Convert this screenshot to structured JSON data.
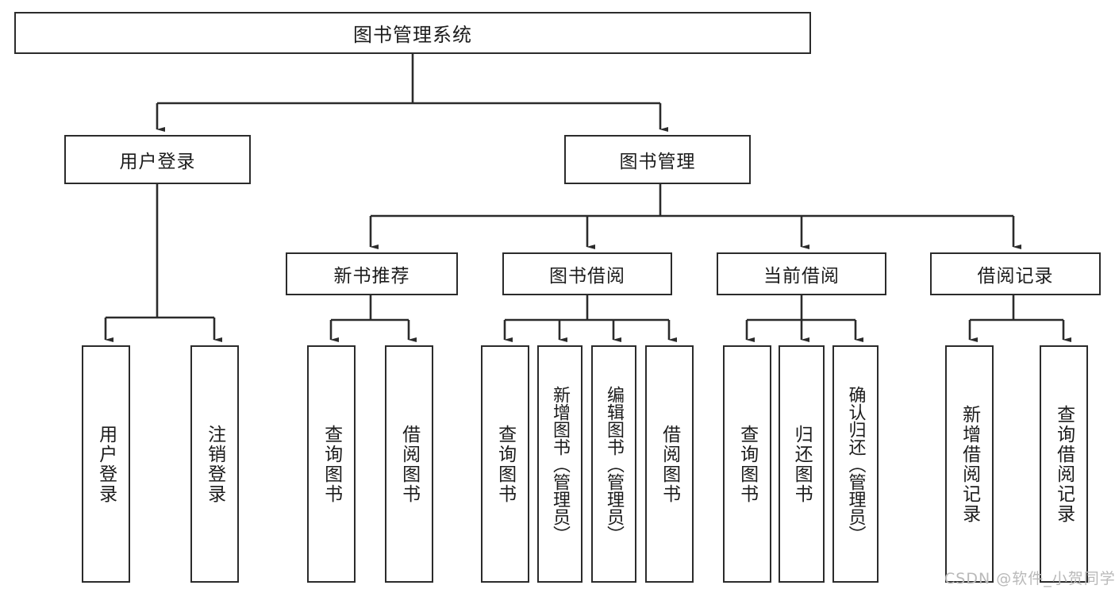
{
  "diagram": {
    "title": "图书管理系统",
    "type": "hierarchy-tree",
    "levels": 4,
    "root": {
      "id": "root",
      "label": "图书管理系统"
    },
    "level2": [
      {
        "id": "user-login",
        "label": "用户登录"
      },
      {
        "id": "book-manage",
        "label": "图书管理"
      }
    ],
    "level3": [
      {
        "id": "new-book-rec",
        "label": "新书推荐",
        "parent": "book-manage"
      },
      {
        "id": "book-borrow",
        "label": "图书借阅",
        "parent": "book-manage"
      },
      {
        "id": "current-borrow",
        "label": "当前借阅",
        "parent": "book-manage"
      },
      {
        "id": "borrow-record",
        "label": "借阅记录",
        "parent": "book-manage"
      }
    ],
    "leaves": [
      {
        "id": "leaf-user-login",
        "label": "用户登录",
        "parent": "user-login"
      },
      {
        "id": "leaf-logout",
        "label": "注销登录",
        "parent": "user-login"
      },
      {
        "id": "leaf-query-book-1",
        "label": "查询图书",
        "parent": "new-book-rec"
      },
      {
        "id": "leaf-borrow-book-1",
        "label": "借阅图书",
        "parent": "new-book-rec"
      },
      {
        "id": "leaf-query-book-2",
        "label": "查询图书",
        "parent": "book-borrow"
      },
      {
        "id": "leaf-add-book",
        "label": "新增图书（管理员）",
        "parent": "book-borrow"
      },
      {
        "id": "leaf-edit-book",
        "label": "编辑图书（管理员）",
        "parent": "book-borrow"
      },
      {
        "id": "leaf-borrow-book-2",
        "label": "借阅图书",
        "parent": "book-borrow"
      },
      {
        "id": "leaf-query-book-3",
        "label": "查询图书",
        "parent": "current-borrow"
      },
      {
        "id": "leaf-return-book",
        "label": "归还图书",
        "parent": "current-borrow"
      },
      {
        "id": "leaf-confirm-return",
        "label": "确认归还（管理员）",
        "parent": "current-borrow"
      },
      {
        "id": "leaf-add-record",
        "label": "新增借阅记录",
        "parent": "borrow-record"
      },
      {
        "id": "leaf-query-record",
        "label": "查询借阅记录",
        "parent": "borrow-record"
      }
    ]
  },
  "watermark": {
    "text": "CSDN @软件_小贺同学"
  },
  "colors": {
    "stroke": "#2b2b2b",
    "fill": "#ffffff",
    "text": "#1c1c1c",
    "watermark": "#b9b9b9"
  }
}
